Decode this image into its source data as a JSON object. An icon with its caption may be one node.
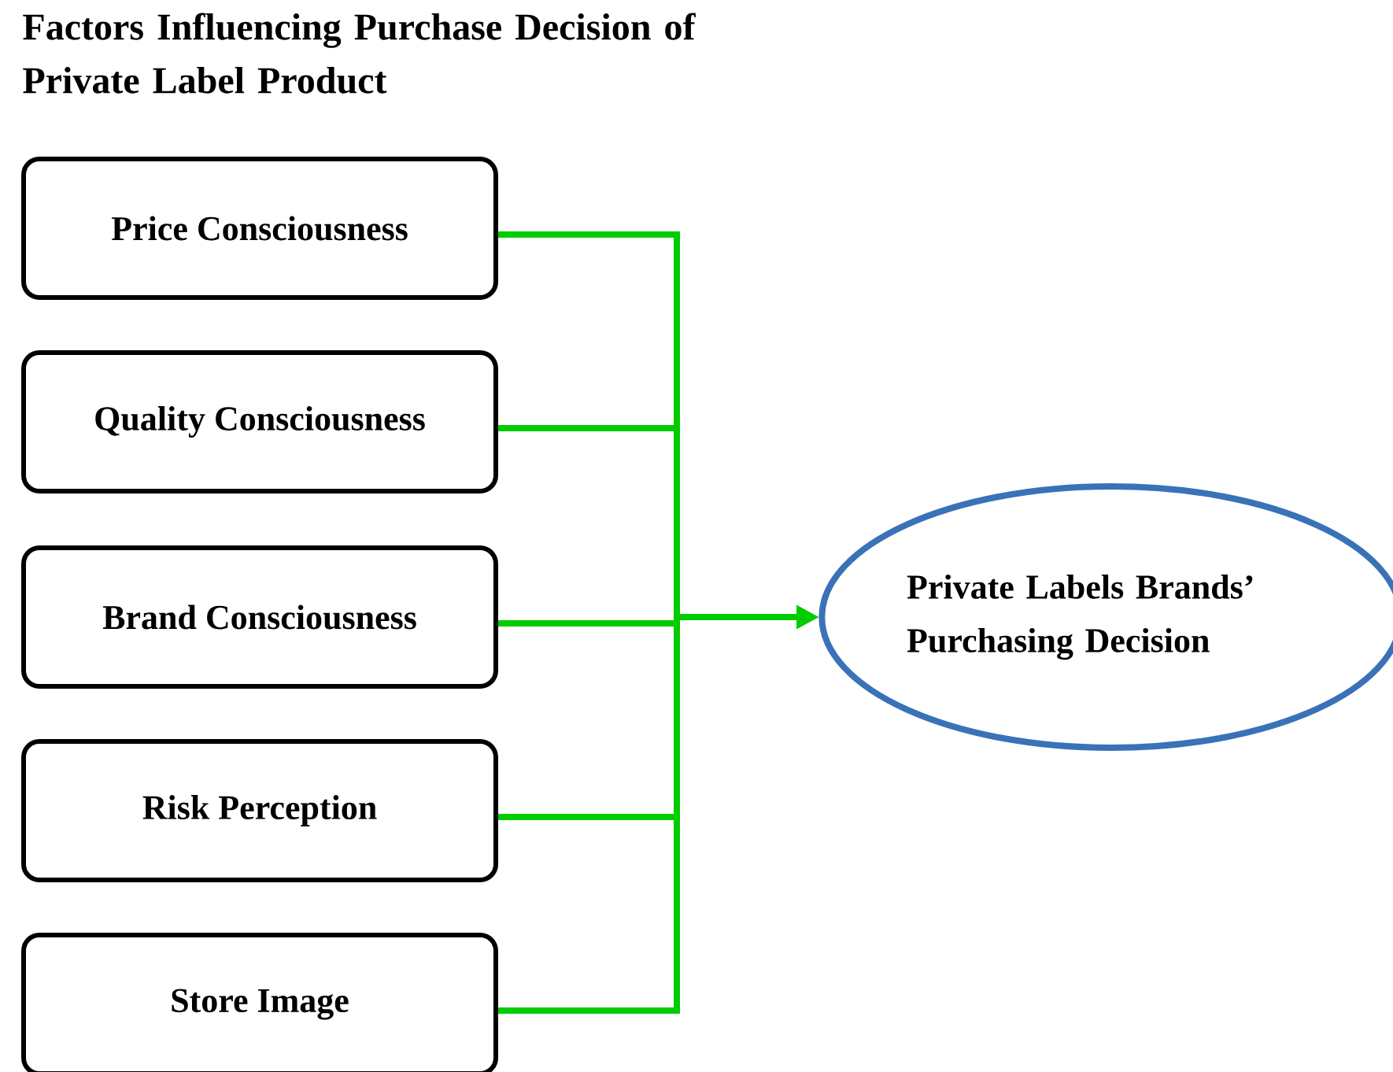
{
  "diagram": {
    "title": "Factors Influencing Purchase Decision of Private Label Product",
    "nodes": [
      {
        "text": [
          "Price Consciousness"
        ]
      },
      {
        "text": [
          "Quality Consciousness"
        ]
      },
      {
        "text": [
          "Brand Consciousness"
        ]
      },
      {
        "text": [
          "Risk Perception"
        ]
      },
      {
        "text": [
          "Store Image"
        ]
      },
      {
        "text": [
          "Private Labels Brands’ Purchasing Decision"
        ]
      }
    ],
    "edges": [
      {
        "from": 0,
        "to": 5,
        "arrow": "to"
      },
      {
        "from": 1,
        "to": 5,
        "arrow": "to"
      },
      {
        "from": 2,
        "to": 5,
        "arrow": "to"
      },
      {
        "from": 3,
        "to": 5,
        "arrow": "to"
      },
      {
        "from": 4,
        "to": 5,
        "arrow": "to"
      }
    ]
  }
}
